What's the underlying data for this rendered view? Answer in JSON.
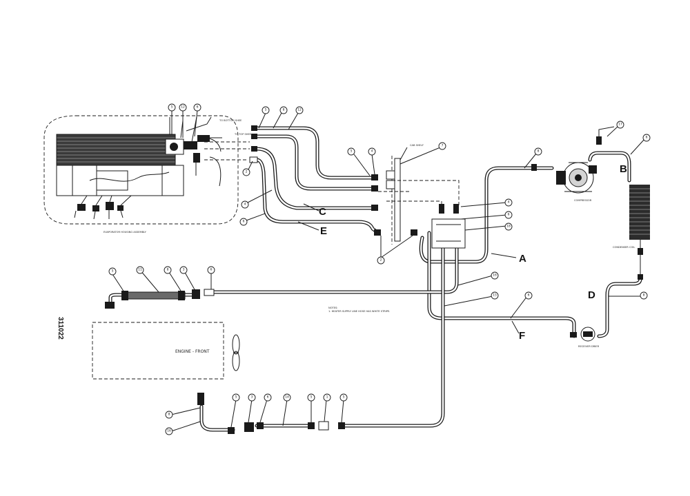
{
  "diagram": {
    "doc_number": "311022",
    "labels": {
      "evaporator": "EVAPORATOR HOUSING ASSEMBLY",
      "to_bottom": "TO BOTTOM SHEE",
      "to_top": "TO TOP SHEE",
      "cab_shelf": "CAB SHELF",
      "compressor": "COMPRESSOR",
      "condenser": "CONDENSER COIL",
      "receiver": "RECEIVER DRIER",
      "engine": "ENGINE - FRONT",
      "note_title": "NOTES:",
      "note_1": "1.  HEATER SUPPLY LINE HOSE HAS WHITE STRIPE."
    },
    "hose_letters": [
      "A",
      "B",
      "C",
      "D",
      "E",
      "F"
    ],
    "callouts": [
      "5",
      "12",
      "6",
      "5",
      "8",
      "12",
      "5",
      "4",
      "7",
      "2",
      "4",
      "6",
      "8",
      "17",
      "6",
      "4",
      "6",
      "18",
      "2",
      "5",
      "11",
      "8",
      "3",
      "6",
      "16",
      "15",
      "6",
      "8",
      "8",
      "16",
      "5",
      "3",
      "6",
      "14",
      "5",
      "1",
      "5"
    ]
  }
}
